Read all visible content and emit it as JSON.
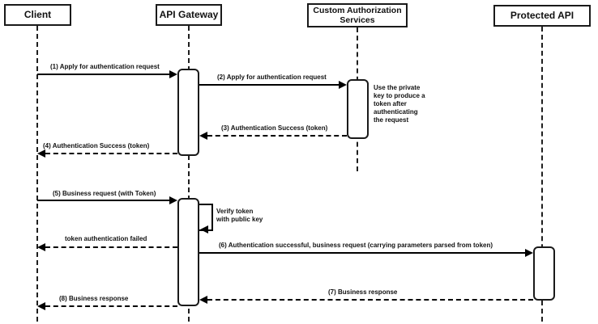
{
  "diagram": {
    "type": "uml-sequence",
    "colors": {
      "background": "#ffffff",
      "line": "#000000",
      "box_border": "#1a1a1a",
      "box_fill": "#ffffff",
      "text": "#111111"
    },
    "actors": [
      {
        "id": "client",
        "label": "Client"
      },
      {
        "id": "api-gateway",
        "label": "API Gateway"
      },
      {
        "id": "custom-authorization-services",
        "label": "Custom Authorization Services"
      },
      {
        "id": "protected-api",
        "label": "Protected API"
      }
    ],
    "messages": [
      {
        "label": "(1) Apply for authentication request",
        "from": "Client",
        "to": "API Gateway",
        "line": "solid"
      },
      {
        "label": "(2) Apply for authentication request",
        "from": "API Gateway",
        "to": "Custom Authorization Services",
        "line": "solid"
      },
      {
        "label": "(3) Authentication Success (token)",
        "from": "Custom Authorization Services",
        "to": "API Gateway",
        "line": "dashed"
      },
      {
        "label": "(4) Authentication Success (token)",
        "from": "API Gateway",
        "to": "Client",
        "line": "dashed"
      },
      {
        "label": "(5) Business request (with Token)",
        "from": "Client",
        "to": "API Gateway",
        "line": "solid"
      },
      {
        "label": "Verify token\nwith public key",
        "from": "API Gateway",
        "to": "API Gateway",
        "line": "solid",
        "self_message": true
      },
      {
        "label": "token authentication failed",
        "from": "API Gateway",
        "to": "Client",
        "line": "dashed"
      },
      {
        "label": "(6) Authentication successful, business request (carrying parameters parsed from token)",
        "from": "API Gateway",
        "to": "Protected API",
        "line": "solid"
      },
      {
        "label": "(7) Business response",
        "from": "Protected API",
        "to": "API Gateway",
        "line": "dashed"
      },
      {
        "label": "(8) Business response",
        "from": "API Gateway",
        "to": "Client",
        "line": "dashed"
      }
    ],
    "notes": [
      {
        "text": "Use the private\nkey to produce a\ntoken after\nauthenticating\nthe request",
        "attached_to": "Custom Authorization Services"
      }
    ]
  }
}
